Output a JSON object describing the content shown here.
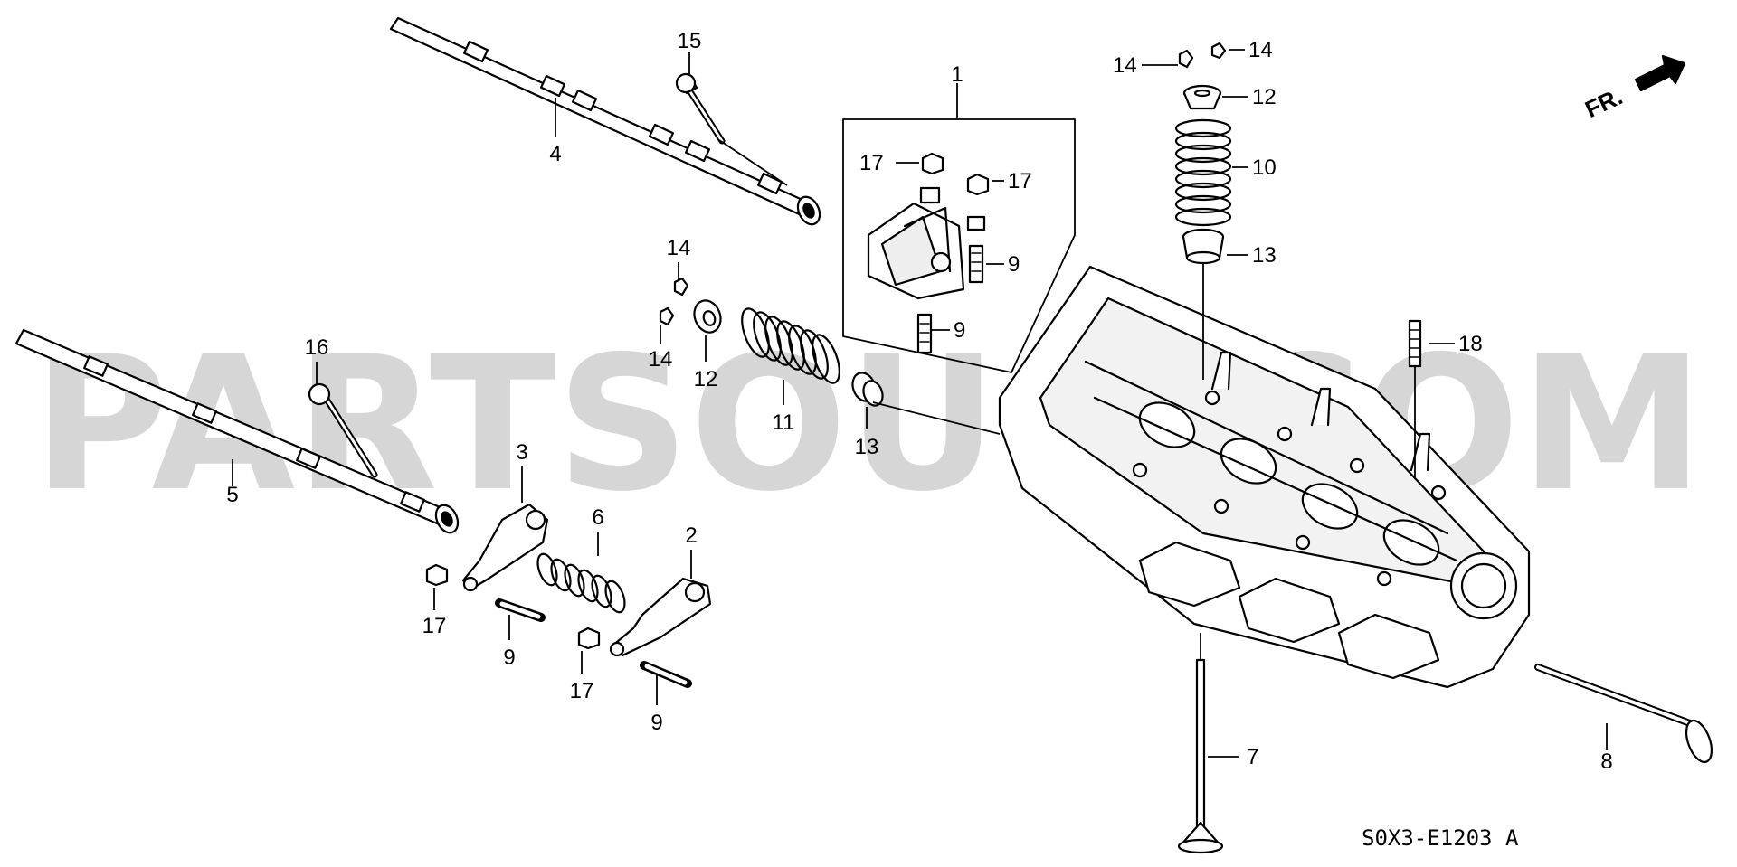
{
  "watermark": "PARTSOUQ.COM",
  "direction_label": "FR.",
  "diagram_code": "S0X3-E1203 A",
  "callouts": [
    {
      "id": "c1",
      "text": "1"
    },
    {
      "id": "c2",
      "text": "2"
    },
    {
      "id": "c3",
      "text": "3"
    },
    {
      "id": "c4",
      "text": "4"
    },
    {
      "id": "c5",
      "text": "5"
    },
    {
      "id": "c6",
      "text": "6"
    },
    {
      "id": "c7",
      "text": "7"
    },
    {
      "id": "c8",
      "text": "8"
    },
    {
      "id": "c9a",
      "text": "9"
    },
    {
      "id": "c9b",
      "text": "9"
    },
    {
      "id": "c9c",
      "text": "9"
    },
    {
      "id": "c9d",
      "text": "9"
    },
    {
      "id": "c10",
      "text": "10"
    },
    {
      "id": "c11",
      "text": "11"
    },
    {
      "id": "c12a",
      "text": "12"
    },
    {
      "id": "c12b",
      "text": "12"
    },
    {
      "id": "c13a",
      "text": "13"
    },
    {
      "id": "c13b",
      "text": "13"
    },
    {
      "id": "c14a",
      "text": "14"
    },
    {
      "id": "c14b",
      "text": "14"
    },
    {
      "id": "c14c",
      "text": "14"
    },
    {
      "id": "c14d",
      "text": "14"
    },
    {
      "id": "c15",
      "text": "15"
    },
    {
      "id": "c16",
      "text": "16"
    },
    {
      "id": "c17a",
      "text": "17"
    },
    {
      "id": "c17b",
      "text": "17"
    },
    {
      "id": "c17c",
      "text": "17"
    },
    {
      "id": "c17d",
      "text": "17"
    },
    {
      "id": "c18",
      "text": "18"
    }
  ]
}
